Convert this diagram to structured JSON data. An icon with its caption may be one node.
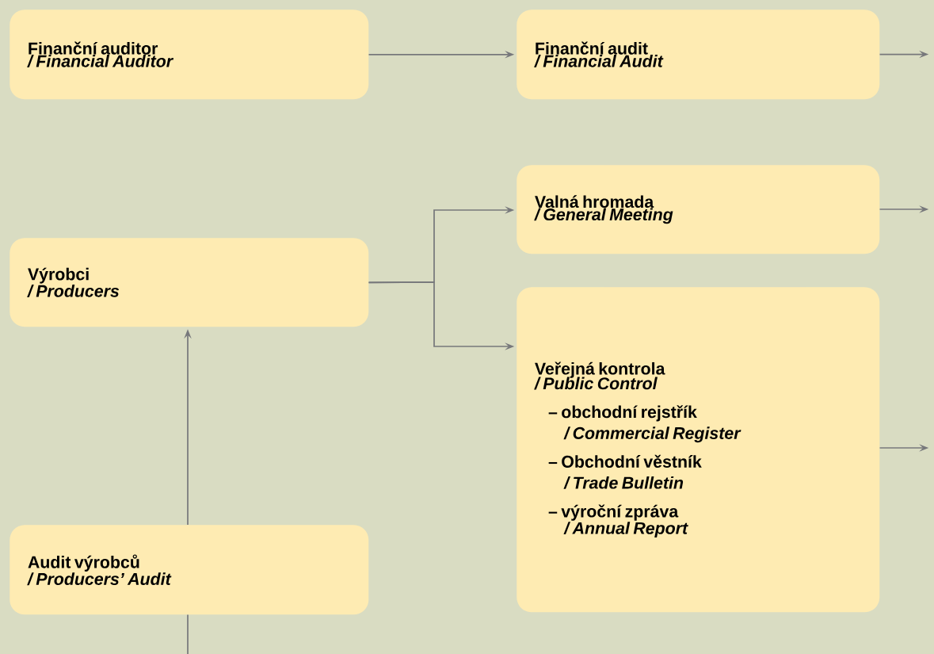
{
  "diagram": {
    "nodes": [
      {
        "text": [
          "Finanční auditor",
          "/ Financial Auditor"
        ]
      },
      {
        "text": [
          "Finanční audit",
          "/ Financial Audit"
        ]
      },
      {
        "text": [
          "Výrobci",
          "/ Producers"
        ]
      },
      {
        "text": [
          "Valná hromada",
          "/ General Meeting"
        ]
      },
      {
        "text": [
          "Veřejná kontrola",
          "/ Public Control",
          "– obchodní rejstřík",
          "/ Commercial Register",
          "– Obchodní věstník",
          "/ Trade Bulletin",
          "– výroční zpráva",
          "/ Annual Report"
        ]
      },
      {
        "text": [
          "Audit výrobců",
          "/ Producers’ Audit"
        ]
      }
    ],
    "edges": [
      {
        "from": 0,
        "to": 1,
        "arrow": "to"
      },
      {
        "from": 1,
        "to": null,
        "arrow": "to"
      },
      {
        "from": 2,
        "to": 3,
        "arrow": "to"
      },
      {
        "from": 2,
        "to": 4,
        "arrow": "to"
      },
      {
        "from": 3,
        "to": null,
        "arrow": "to"
      },
      {
        "from": 4,
        "to": null,
        "arrow": "to"
      },
      {
        "from": 5,
        "to": 2,
        "arrow": "to"
      },
      {
        "from": null,
        "to": 5,
        "arrow": "none"
      }
    ]
  }
}
